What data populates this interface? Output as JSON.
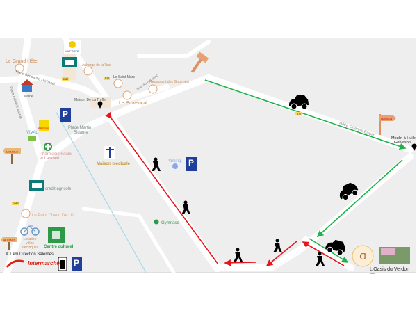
{
  "colors": {
    "map_bg": "#eeeeee",
    "road": "#ffffff",
    "route_car": "#1db34a",
    "route_walk": "#e8141b",
    "poi_orange": "#c98a52",
    "poi_green": "#2e9a48",
    "poi_gold": "#c8962a",
    "text_gray": "#7a8a8a"
  },
  "labels": {
    "la_poste": "LA POSTE",
    "grand_hotel": "Le Grand Hôtel",
    "auberge": "Auberge de la Tour",
    "saint_marc": "Le Saint Marc",
    "rue_pontillac": "Rue du Pontillac",
    "restaurant_gourmets": "Restaurant des Gourmets",
    "place_gendarme": "Place Gendarme Dorhanel",
    "place_frederic": "Place Frédéric Mistral",
    "mairie": "Mairie",
    "maison_truffe": "Maison De La Truffe",
    "le_provencal": "Le Provençal",
    "presse": "PRESSE",
    "vival": "VIVAL",
    "place_martin": "Place Martin",
    "place_martin_2": "Bidaure",
    "pharmacie": "Pharmacie Faure",
    "pharmacie_2": "et Lambert",
    "maison_medicale": "Maison médicale",
    "parking": "Parking",
    "credit_agricole": "credit agricole",
    "point_chaud": "Le Point Chaud De Lili",
    "gymnase": "Gymnase",
    "location_1": "Location",
    "location_2": "vélos",
    "location_3": "électriques",
    "centre_culturel": "Centre culturel",
    "direction_salernes": "A 1 km Direction Salernes",
    "intermarche": "Intermarché",
    "allee_charles_boyer": "Allée Charles Boyer",
    "moulin_1": "Moulin à Huile",
    "moulin_2": "Gervasoni",
    "oasis": "L'Oasis du Verdon",
    "oasis_stars": "***",
    "road_d557": "D557",
    "road_d77": "D77",
    "sign_barjols": "BARJOLS",
    "sign_salernes": "SALERNES",
    "sign_quinson": "QUINSON"
  },
  "icons": [
    "la-poste-logo",
    "caisse-epargne-logo",
    "restaurant-icon",
    "house-icon",
    "map-pin-icon",
    "parking-icon",
    "presse-logo",
    "cart-icon",
    "pharmacy-cross-icon",
    "caduceus-icon",
    "bicycle-icon",
    "assembly-point-icon",
    "fuel-pump-icon",
    "car-icon",
    "pedestrian-icon",
    "signpost-icon",
    "oasis-logo"
  ]
}
